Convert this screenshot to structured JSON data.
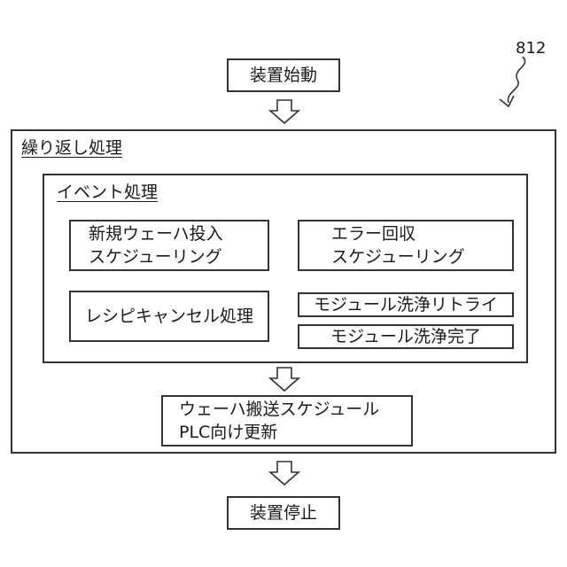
{
  "ref_label": "812",
  "start": {
    "label": "装置始動"
  },
  "loop": {
    "title": "繰り返し処理",
    "event": {
      "title": "イベント処理",
      "new_wafer": {
        "line1": "新規ウェーハ投入",
        "line2": "スケジューリング"
      },
      "error": {
        "line1": "エラー回収",
        "line2": "スケジューリング"
      },
      "recipe_cancel": {
        "label": "レシピキャンセル処理"
      },
      "module_retry": {
        "label": "モジュール洗浄リトライ"
      },
      "module_done": {
        "label": "モジュール洗浄完了"
      }
    },
    "transfer": {
      "line1": "ウェーハ搬送スケジュール",
      "line2": "PLC向け更新"
    }
  },
  "stop": {
    "label": "装置停止"
  }
}
